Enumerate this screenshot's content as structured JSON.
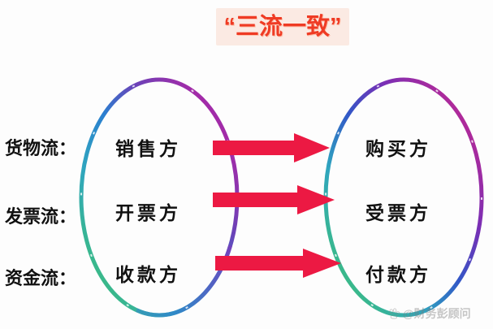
{
  "header": {
    "title": "“三流一致”",
    "title_bg_color": "#fbeae3",
    "title_text_color": "#ef3b24"
  },
  "rows": [
    {
      "label": "货物流：",
      "left_node": "销售方",
      "right_node": "购买方",
      "arrow": "right-arrow-goods"
    },
    {
      "label": "发票流：",
      "left_node": "开票方",
      "right_node": "受票方",
      "arrow": "right-arrow-invoice"
    },
    {
      "label": "资金流：",
      "left_node": "收款方",
      "right_node": "付款方",
      "arrow": "right-arrow-funds"
    }
  ],
  "circles": {
    "left": {
      "name": "left-party-ring",
      "gradient": [
        "#3ab98a",
        "#2fa5bf",
        "#2b7fd0",
        "#6a43b8",
        "#a32ba8",
        "#8f2fb5",
        "#2f9ec4"
      ]
    },
    "right": {
      "name": "right-party-ring",
      "gradient": [
        "#3ab98a",
        "#2fa5bf",
        "#3257c7",
        "#7a2fb5",
        "#b02a9a",
        "#8a35bb",
        "#2f9ec4"
      ]
    }
  },
  "arrow_color": "#ec1943",
  "watermark": {
    "icon": "paw-logo-icon",
    "text": "@财务彭顾问"
  },
  "background_color": "#fdfdfd"
}
